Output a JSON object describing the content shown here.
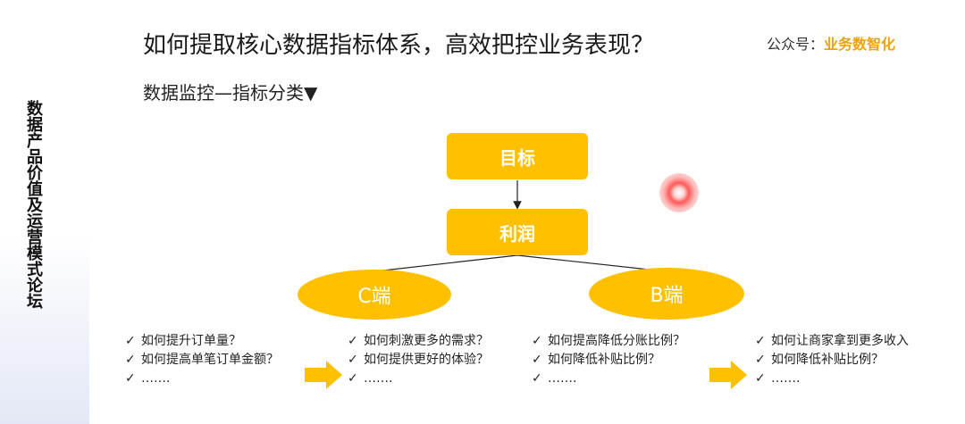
{
  "sidebar": {
    "title": "数据产品价值及运营模式论坛"
  },
  "header": {
    "title": "如何提取核心数据指标体系，高效把控业务表现？",
    "wechat_label": "公众号：",
    "wechat_account": "业务数智化"
  },
  "subtitle": "数据监控—指标分类▼",
  "diagram": {
    "goal": "目标",
    "profit": "利润",
    "c_end": "C端",
    "b_end": "B端"
  },
  "check_mark": "✓",
  "questions": {
    "group1": [
      "如何提升订单量？",
      "如何提高单笔订单金额？",
      "……."
    ],
    "group2": [
      "如何刺激更多的需求？",
      "如何提供更好的体验？",
      "……."
    ],
    "group3": [
      "如何提高降低分账比例？",
      "如何降低补贴比例？",
      "……."
    ],
    "group4": [
      "如何让商家拿到更多收入",
      "如何降低补贴比例？",
      "……."
    ]
  }
}
